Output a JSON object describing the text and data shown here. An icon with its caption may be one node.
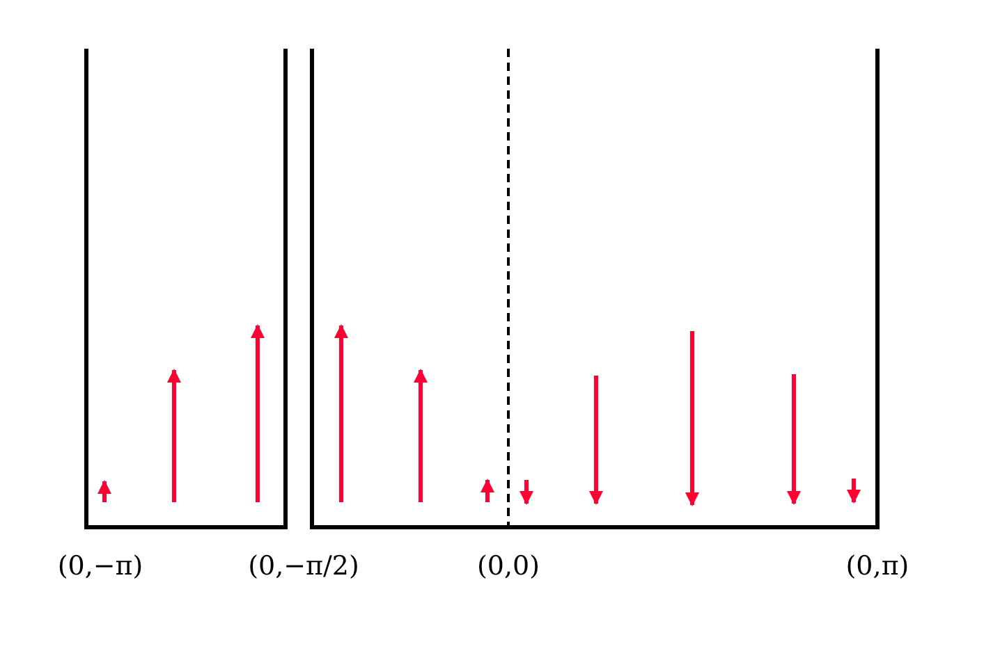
{
  "diagram": {
    "labels": [
      "(0,−π)",
      "(0,−π/2)",
      "(0,0)",
      "(0,π)"
    ]
  }
}
